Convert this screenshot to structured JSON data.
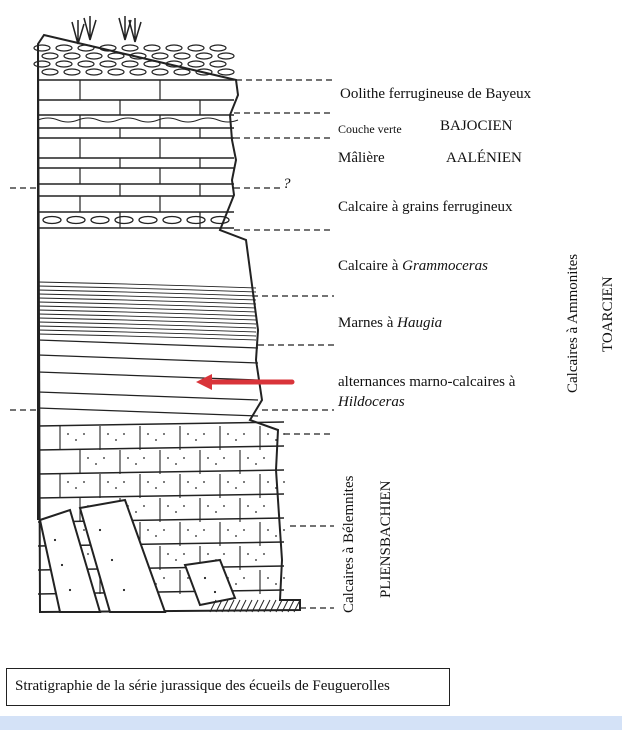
{
  "figure": {
    "caption": "Stratigraphie de la série jurassique des écueils de Feuguerolles",
    "labels": {
      "oolithe": "Oolithe ferrugineuse de Bayeux",
      "couche_verte": "Couche verte",
      "bajocien": "BAJOCIEN",
      "maliere": "Mâlière",
      "aalenien": "AALÉNIEN",
      "question_mark": "?",
      "calcaire_grains": "Calcaire à grains ferrugineux",
      "grammoceras_prefix": "Calcaire à ",
      "grammoceras_name": "Grammoceras",
      "haugia_prefix": "Marnes à ",
      "haugia_name": "Haugia",
      "alternances": "alternances marno-calcaires à",
      "hildoceras": "Hildoceras"
    },
    "vertical_labels": {
      "calcaires_ammonites": "Calcaires à Ammonites",
      "toarcien": "TOARCIEN",
      "calcaires_belemnites": "Calcaires à Bélemnites",
      "pliensbachien": "PLIENSBACHIEN"
    },
    "colors": {
      "ink": "#222222",
      "arrow": "#d9343a",
      "band": "#d4e2f7"
    },
    "arrow_icon": "red-arrow-left-icon"
  }
}
